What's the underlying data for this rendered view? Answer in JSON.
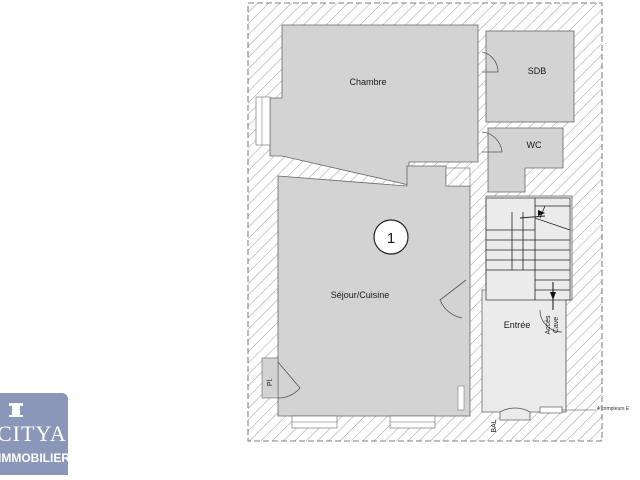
{
  "plan": {
    "rooms": {
      "chambre": "Chambre",
      "sdb": "SDB",
      "wc": "WC",
      "sejour": "Séjour/Cuisine",
      "entree": "Entrée"
    },
    "level_number": "1",
    "labels": {
      "placard": "Pl.",
      "acces_cave": "Accès\nCave",
      "bal": "BAL",
      "compteurs": "4 compteurs E"
    },
    "colors": {
      "room_fill": "#d3d3d3",
      "entree_fill": "#ebebeb",
      "wall_hatch": "#9a9a9a",
      "outline": "#555555"
    }
  },
  "logo": {
    "name": "CITYA",
    "subtitle": "IMMOBILIER",
    "color": "#8b97b8"
  }
}
